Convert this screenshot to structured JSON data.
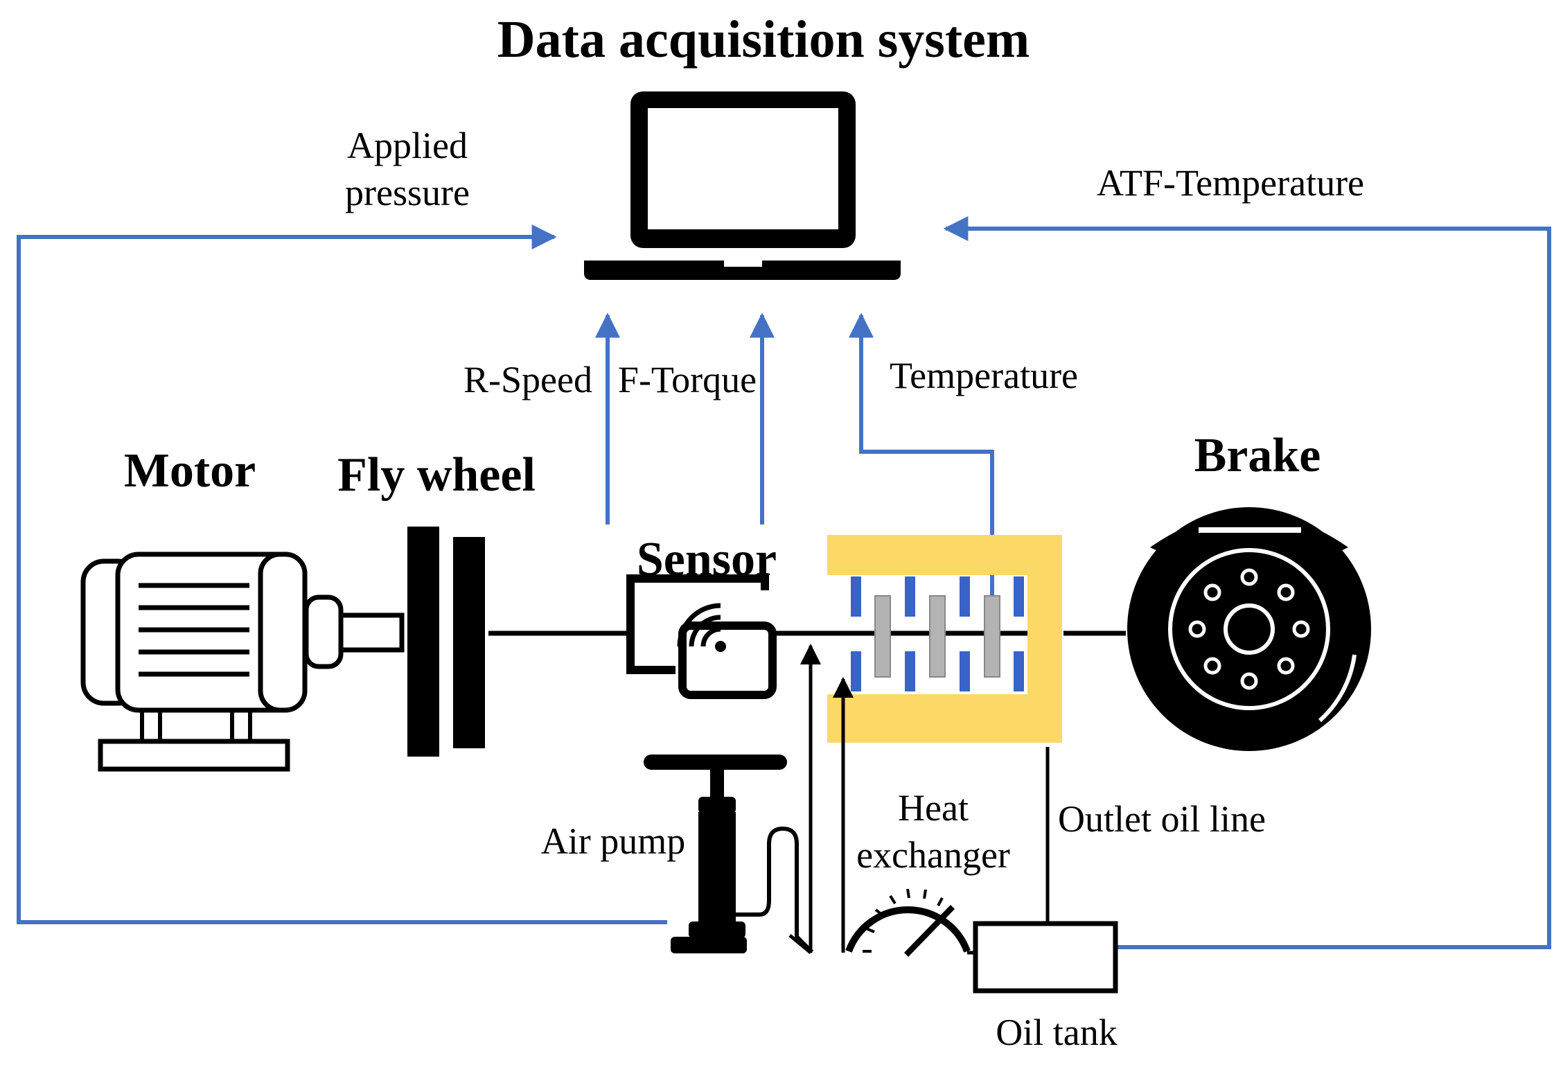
{
  "title": "Data acquisition system",
  "components": {
    "motor": "Motor",
    "flywheel": "Fly wheel",
    "sensor": "Sensor",
    "brake": "Brake",
    "air_pump": "Air pump",
    "heat_exchanger": [
      "Heat",
      "exchanger"
    ],
    "oil_tank": "Oil tank",
    "outlet_oil_line": "Outlet oil line"
  },
  "signals": {
    "applied_pressure": [
      "Applied",
      "pressure"
    ],
    "atf_temperature": "ATF-Temperature",
    "r_speed": "R-Speed",
    "f_torque": "F-Torque",
    "temperature": "Temperature"
  },
  "colors": {
    "signal_line": "#4472c4",
    "clutch_housing": "#fcd866",
    "friction_plate": "#3a63c8",
    "steel_plate": "#b3b3b3"
  },
  "icons": [
    "laptop-icon",
    "motor-icon",
    "flywheel-icon",
    "sensor-icon",
    "brake-disc-icon",
    "air-pump-icon",
    "pressure-gauge-icon"
  ]
}
